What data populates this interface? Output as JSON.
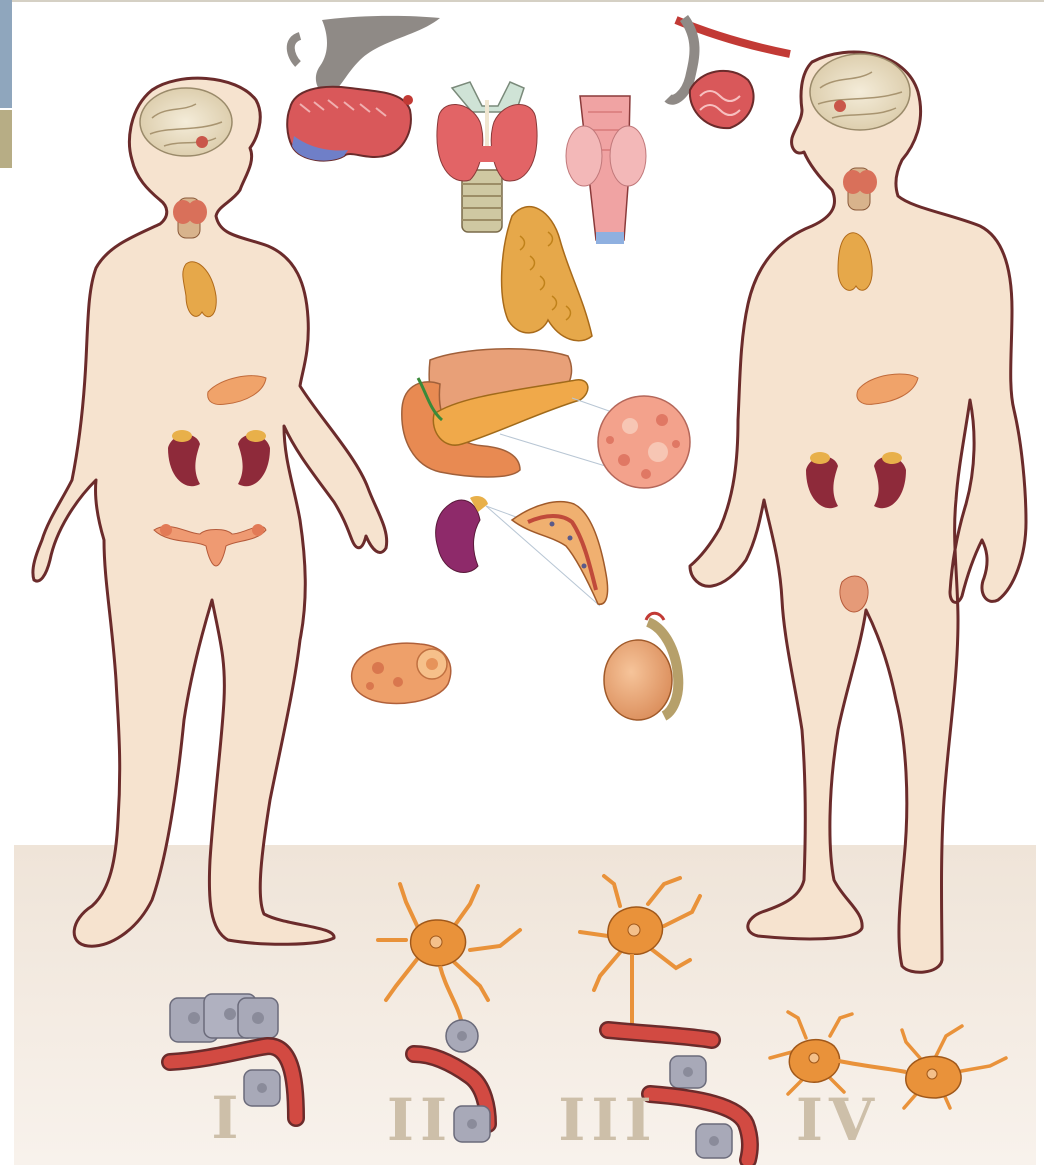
{
  "panel_labels": {
    "type_1": "I",
    "type_2": "II",
    "type_3": "III",
    "type_4": "IV"
  },
  "colors": {
    "skin": "#f6e3cf",
    "outline": "#6b2b2b",
    "floor_top": "#f0e6dc",
    "floor_bottom": "#f7efe8",
    "corner_blue": "#8fa6bd",
    "corner_gold": "#b7ad85",
    "vessel": "#c23a35",
    "neuron": "#e9923a",
    "cell": "#a8a9b8",
    "kidney": "#8e2a3a",
    "gland": "#e6a84a"
  }
}
